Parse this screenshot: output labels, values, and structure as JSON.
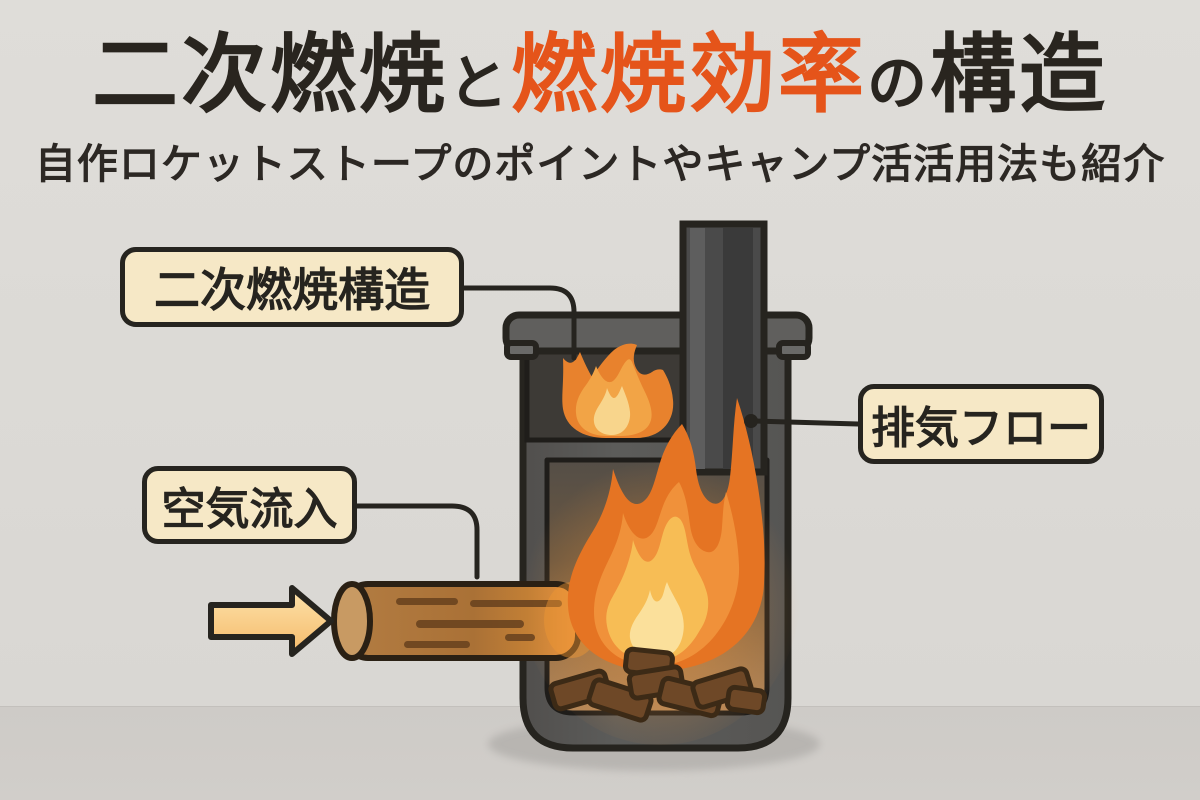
{
  "title": {
    "segment_1": "二次燃焼",
    "particle_1": "と",
    "segment_highlight": "燃焼効率",
    "particle_2": "の",
    "segment_2": "構造"
  },
  "subtitle": "自作ロケットストープのポイントやキャンプ活活用法も紹介",
  "labels": {
    "secondary_combustion": "二次燃焼構造",
    "air_intake": "空気流入",
    "exhaust_flow": "排気フロー"
  },
  "diagram": {
    "parts": [
      "chimney",
      "stove-body",
      "secondary-combustion-chamber",
      "secondary-flame",
      "main-combustion-chamber",
      "main-flame",
      "fuel-chunks",
      "wood-log",
      "air-inflow-arrow",
      "floor-shadow"
    ]
  },
  "colors": {
    "title_text": "#29251f",
    "title_highlight": "#e5541a",
    "label_background": "#f6e8c6",
    "outline": "#26241f",
    "stove_body": "#595957",
    "chimney": "#4a4a4a",
    "flame_outer": "#e57423",
    "flame_mid": "#f0913a",
    "flame_yellow": "#f7bd55",
    "flame_core": "#fbe09b",
    "log_wood": "#ad7a40",
    "arrow_fill": "#f8c97e",
    "wall_background": "#dcdad6",
    "floor_background": "#d0cdc9"
  }
}
